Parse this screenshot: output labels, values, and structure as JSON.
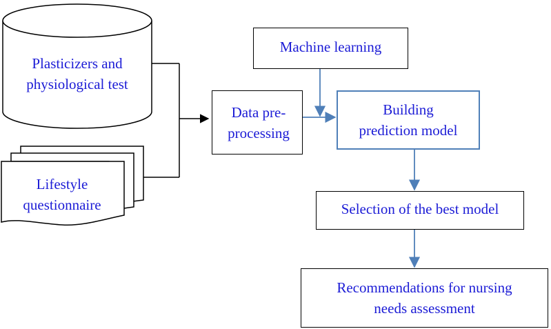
{
  "nodes": {
    "database": {
      "label": "Plasticizers and\nphysiological test"
    },
    "questionnaire": {
      "label": "Lifestyle\nquestionnaire"
    },
    "preprocessing": {
      "label": "Data pre-\nprocessing"
    },
    "machine_learning": {
      "label": "Machine learning"
    },
    "building_model": {
      "label": "Building\nprediction model"
    },
    "selection": {
      "label": "Selection of the best model"
    },
    "recommendations": {
      "label": "Recommendations for nursing\nneeds assessment"
    }
  },
  "colors": {
    "text": "#1c1cd6",
    "black_stroke": "#000000",
    "blue_stroke": "#4f7fb8"
  }
}
